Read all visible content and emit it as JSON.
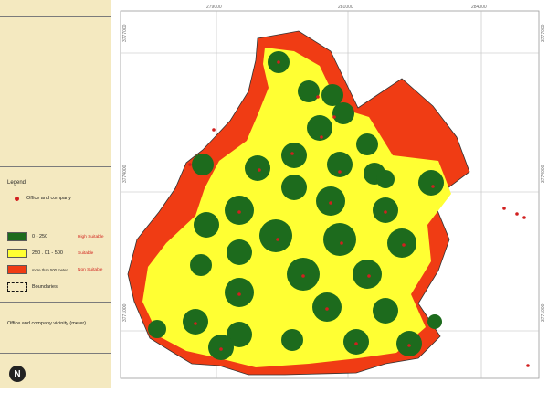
{
  "legend": {
    "title": "Legend",
    "point_label": "Office and company",
    "classes": [
      {
        "range": "0 - 250",
        "label": "High Suitable",
        "color": "#1d6b1d"
      },
      {
        "range": "250 . 01 - 500",
        "label": "Suitable",
        "color": "#ffff33"
      },
      {
        "range": "more than 500 meter",
        "label": "Non Suitable",
        "color": "#f03c14"
      }
    ],
    "boundaries_label": "Boundaries",
    "caption": "Office and company vicinity (meter)",
    "point_color": "#d11f1f"
  },
  "map": {
    "x_ticks": [
      "279000",
      "281000",
      "284000"
    ],
    "y_ticks": [
      "3777000",
      "3774000",
      "3771000"
    ]
  }
}
